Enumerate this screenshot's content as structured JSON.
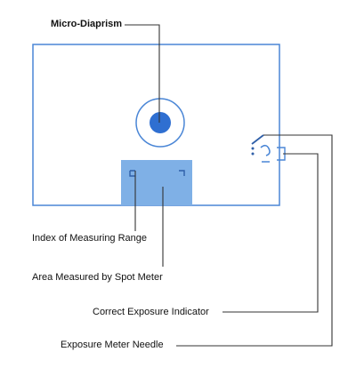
{
  "diagram": {
    "labels": {
      "micro_diaprism": "Micro-Diaprism",
      "index_of_measuring_range": "Index of Measuring Range",
      "area_measured_by_spot_meter": "Area Measured by Spot Meter",
      "correct_exposure_indicator": "Correct Exposure Indicator",
      "exposure_meter_needle": "Exposure Meter Needle"
    },
    "colors": {
      "frame": "#4a86d6",
      "spot_area": "#7fb0e6",
      "microprism": "#2f6fd1",
      "leader": "#333333",
      "text": "#111111"
    }
  }
}
